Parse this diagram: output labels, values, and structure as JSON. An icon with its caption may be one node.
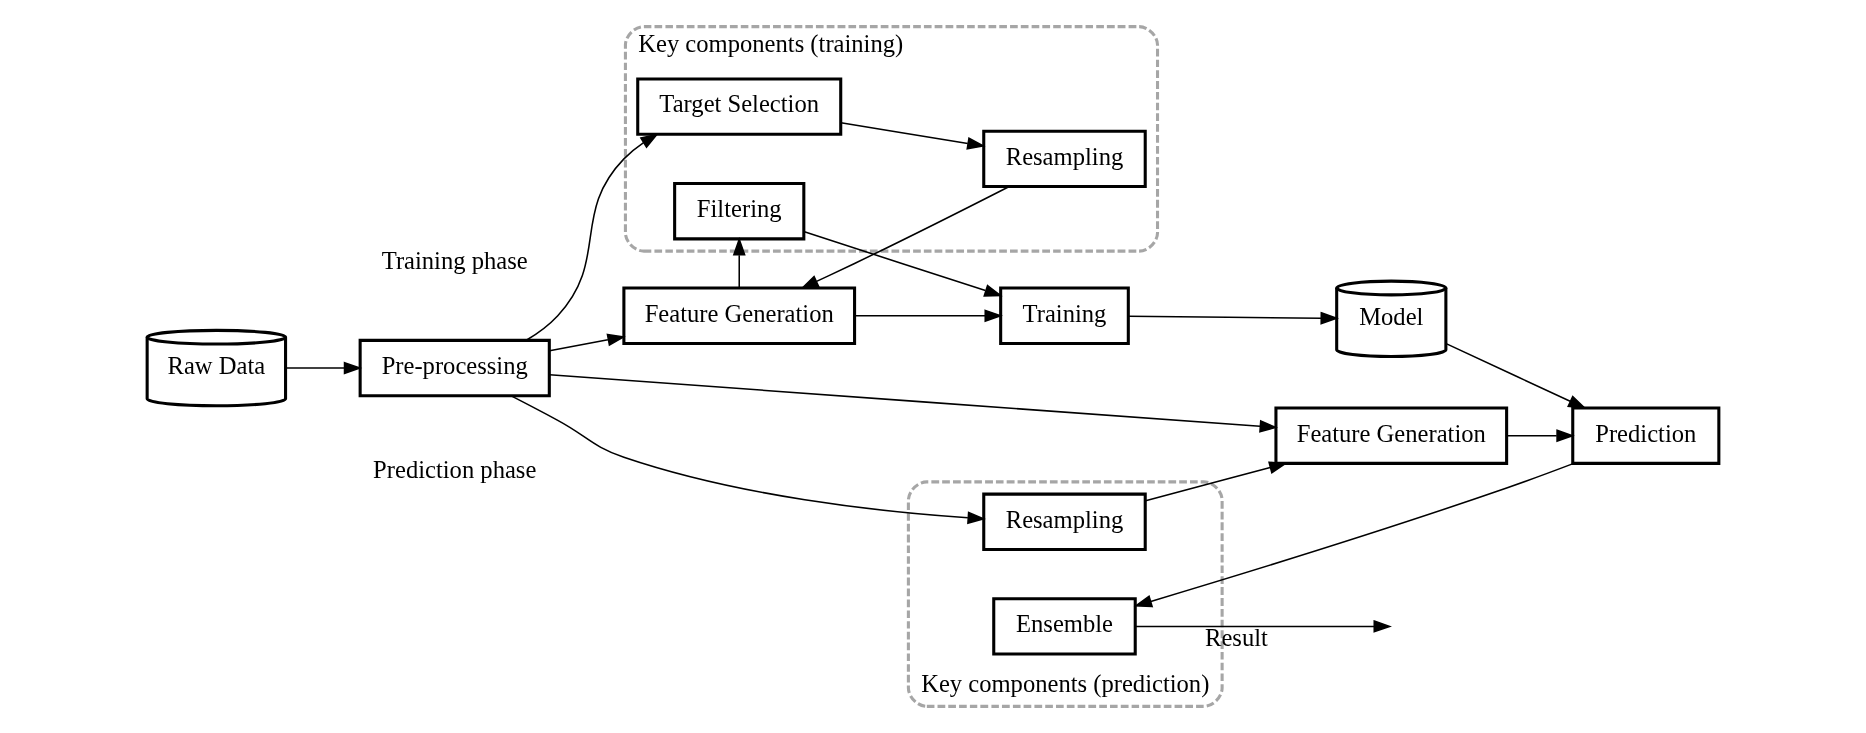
{
  "diagram": {
    "nodes": [
      {
        "text": [
          "Raw Data"
        ]
      },
      {
        "text": [
          "Pre-processing"
        ]
      },
      {
        "text": [
          "Key components (training)"
        ]
      },
      {
        "text": [
          "Target Selection"
        ],
        "in": 2
      },
      {
        "text": [
          "Resampling"
        ],
        "in": 2
      },
      {
        "text": [
          "Filtering"
        ],
        "in": 2
      },
      {
        "text": [
          "Feature Generation"
        ]
      },
      {
        "text": [
          "Training"
        ]
      },
      {
        "text": [
          "Model"
        ]
      },
      {
        "text": [
          "Feature Generation"
        ]
      },
      {
        "text": [
          "Prediction"
        ]
      },
      {
        "text": [
          "Key components (prediction)"
        ]
      },
      {
        "text": [
          "Resampling"
        ],
        "in": 11
      },
      {
        "text": [
          "Ensemble"
        ],
        "in": 11
      }
    ],
    "edges": [
      {
        "from": 0,
        "to": 1,
        "arrow": "to"
      },
      {
        "from": 1,
        "to": 3,
        "arrow": "to"
      },
      {
        "from": 1,
        "to": 6,
        "arrow": "to"
      },
      {
        "from": 3,
        "to": 4,
        "arrow": "to"
      },
      {
        "from": 4,
        "to": 6,
        "arrow": "to"
      },
      {
        "from": 6,
        "to": 5,
        "arrow": "to"
      },
      {
        "from": 6,
        "to": 7,
        "arrow": "to"
      },
      {
        "from": 5,
        "to": 7,
        "arrow": "to"
      },
      {
        "from": 7,
        "to": 8,
        "arrow": "to"
      },
      {
        "from": 8,
        "to": 10,
        "arrow": "to"
      },
      {
        "from": 1,
        "to": 9,
        "arrow": "to"
      },
      {
        "from": 1,
        "to": 12,
        "arrow": "to"
      },
      {
        "from": 12,
        "to": 9,
        "arrow": "to"
      },
      {
        "from": 9,
        "to": 10,
        "arrow": "to"
      },
      {
        "from": 10,
        "to": 13,
        "arrow": "to"
      },
      {
        "from": 13,
        "to": null,
        "label": "Result",
        "arrow": "to"
      }
    ],
    "labels": [
      "Training phase",
      "Prediction phase"
    ]
  }
}
